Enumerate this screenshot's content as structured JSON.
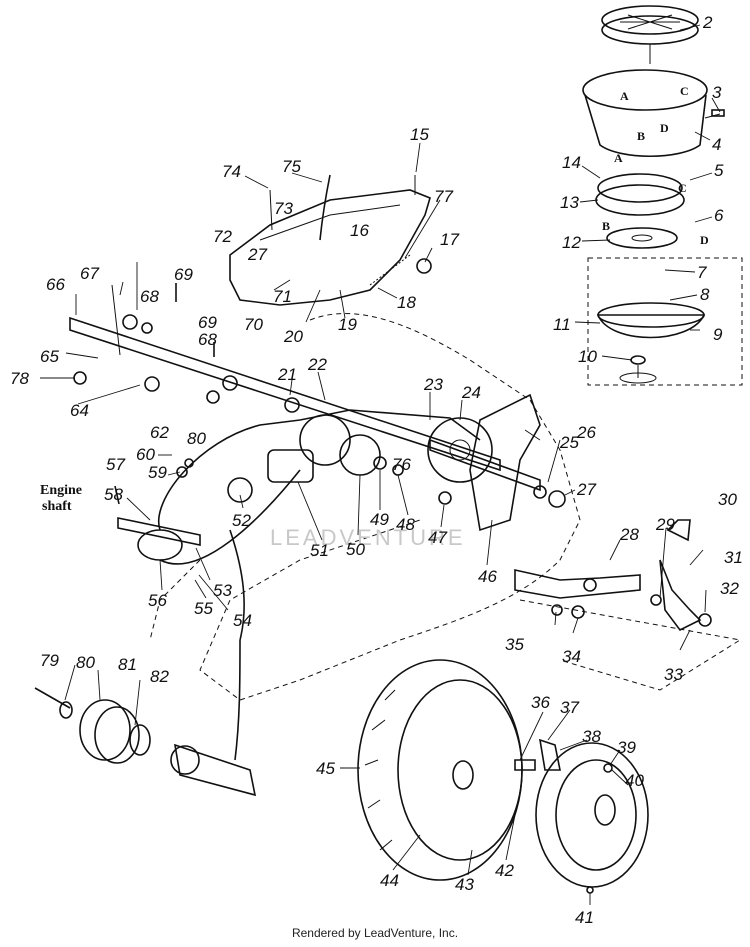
{
  "watermark": "LEADVENTURE",
  "footer": "Rendered by LeadVenture, Inc.",
  "engine_label": [
    "Engine",
    "shaft"
  ],
  "letters": [
    "A",
    "B",
    "C",
    "D",
    "A",
    "B",
    "C",
    "D"
  ],
  "parts": [
    "2",
    "3",
    "4",
    "5",
    "6",
    "7",
    "8",
    "9",
    "10",
    "11",
    "12",
    "13",
    "14",
    "15",
    "16",
    "17",
    "18",
    "19",
    "20",
    "21",
    "22",
    "23",
    "24",
    "25",
    "26",
    "27",
    "27",
    "28",
    "29",
    "30",
    "31",
    "32",
    "33",
    "34",
    "35",
    "36",
    "37",
    "38",
    "39",
    "40",
    "41",
    "42",
    "43",
    "44",
    "45",
    "46",
    "47",
    "48",
    "49",
    "50",
    "51",
    "52",
    "53",
    "54",
    "55",
    "56",
    "57",
    "58",
    "59",
    "60",
    "62",
    "64",
    "65",
    "66",
    "67",
    "68",
    "68",
    "69",
    "69",
    "70",
    "71",
    "72",
    "73",
    "74",
    "75",
    "76",
    "77",
    "78",
    "79",
    "80",
    "80",
    "81",
    "82"
  ]
}
